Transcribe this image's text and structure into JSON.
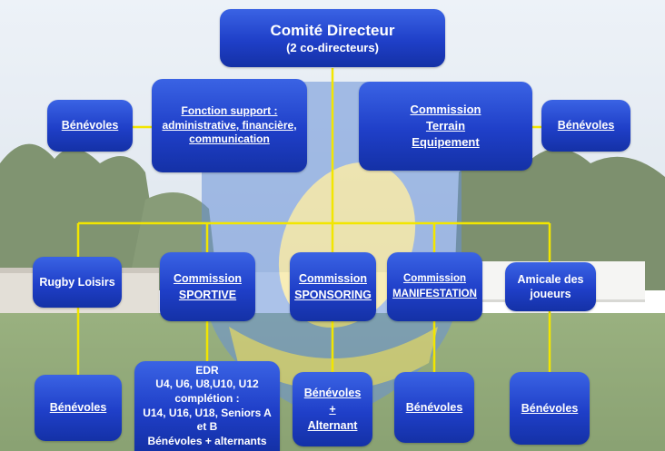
{
  "top": {
    "title": "Comité Directeur",
    "subtitle": "(2 co-directeurs)"
  },
  "second_row": {
    "left_volunteers": "Bénévoles",
    "support": [
      "Fonction support :",
      "administrative, financière,",
      "communication"
    ],
    "terrain": [
      "Commission",
      "Terrain",
      "Equipement"
    ],
    "right_volunteers": "Bénévoles"
  },
  "third_row": {
    "rugby_loisirs": "Rugby Loisirs",
    "sportive": [
      "Commission",
      "SPORTIVE"
    ],
    "sponsoring": [
      "Commission",
      "SPONSORING"
    ],
    "manifestation": [
      "Commission",
      "MANIFESTATION"
    ],
    "amicale": [
      "Amicale des",
      "joueurs"
    ]
  },
  "bottom_row": {
    "b1": "Bénévoles",
    "edr": [
      "EDR",
      "U4, U6, U8,U10, U12",
      "complétion :",
      "U14, U16, U18, Seniors A",
      "et B",
      "Bénévoles + alternants"
    ],
    "b3": [
      "Bénévoles",
      "+",
      "Alternant"
    ],
    "b4": "Bénévoles",
    "b5": "Bénévoles"
  },
  "colors": {
    "box": "#1f3fc8",
    "connector": "#f2e600",
    "text": "#ffffff"
  }
}
